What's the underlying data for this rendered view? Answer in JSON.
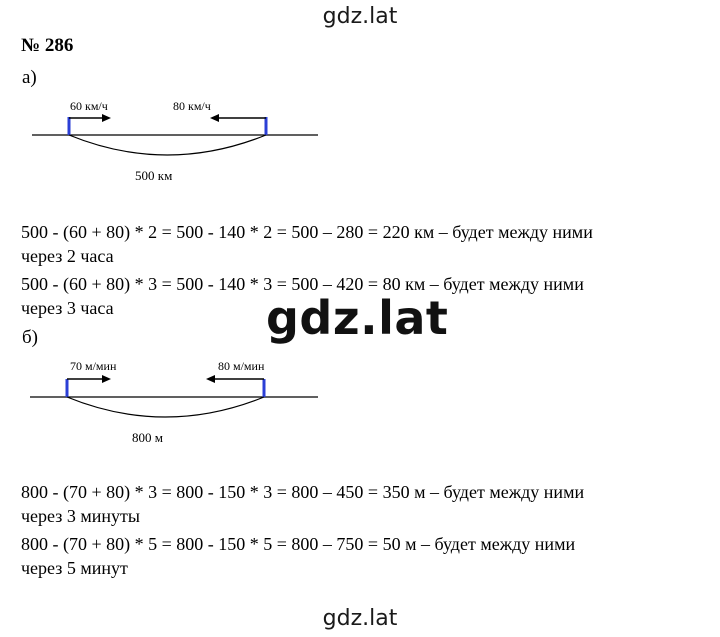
{
  "watermark": {
    "top": "gdz.lat",
    "middle": "gdz.lat",
    "bottom": "gdz.lat"
  },
  "problem": {
    "title": "№ 286"
  },
  "part_a": {
    "label": "а)",
    "diagram": {
      "speed_left": "60 км/ч",
      "speed_right": "80 км/ч",
      "distance": "500 км"
    },
    "equations": [
      {
        "expr": "500 - (60 + 80) * 2 = 500 - 140 * 2 = 500 – 280 = 220 км – будет между ними",
        "tail": "через 2 часа"
      },
      {
        "expr": "500 - (60 + 80) * 3 = 500 - 140 * 3 = 500 – 420 = 80 км – будет между ними",
        "tail": "через 3 часа"
      }
    ]
  },
  "part_b": {
    "label": "б)",
    "diagram": {
      "speed_left": "70 м/мин",
      "speed_right": "80 м/мин",
      "distance": "800 м"
    },
    "equations": [
      {
        "expr": "800 - (70 + 80) * 3 = 800 - 150 * 3 = 800 – 450 = 350 м – будет между ними",
        "tail": "через 3 минуты"
      },
      {
        "expr": "800 - (70 + 80) * 5 = 800 - 150 * 5 = 800 – 750 = 50 м – будет между ними",
        "tail": "через 5 минут"
      }
    ]
  },
  "colors": {
    "marker": "#2b3fd6",
    "ink": "#000000"
  }
}
